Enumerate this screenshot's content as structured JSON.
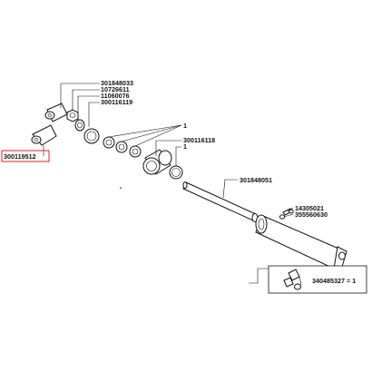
{
  "labels": {
    "p301848033": "301848033",
    "p10726611": "10726611",
    "p11060076": "11060076",
    "p300116119": "300116119",
    "p300119512": "300119512",
    "seal_kit_1": "1",
    "p300116118": "300116118",
    "seal_kit_2": "1",
    "p301848051": "301848051",
    "p14305021": "14305021",
    "p355560630": "355560630",
    "inset_ref": "340485327 = 1"
  },
  "colors": {
    "highlight": "#e02020",
    "ink": "#111111"
  }
}
